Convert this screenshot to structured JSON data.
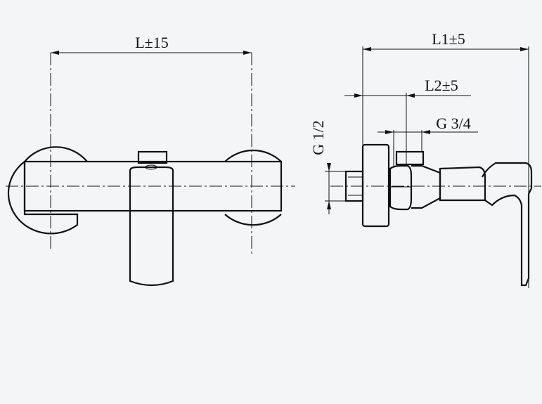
{
  "dimensions": {
    "front_width": "L±15",
    "side_length": "L1±5",
    "side_offset": "L2±5",
    "inlet_thread": "G 1/2",
    "outlet_thread": "G 3/4"
  },
  "colors": {
    "background": "#f4f5f7",
    "line": "#111111"
  }
}
